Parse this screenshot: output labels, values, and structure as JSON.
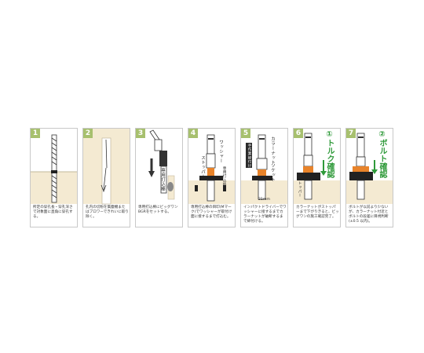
{
  "steps": [
    {
      "num": "1",
      "caption": "所定の穿孔長・穿孔深さで対象面に直角に穿孔する。"
    },
    {
      "num": "2",
      "caption": "孔内の切粉を集塵機またはブロワーできれいに取り除く。"
    },
    {
      "num": "3",
      "caption": "専用打込棒にビッグワンBGRをセットする。",
      "label": "専用打込棒"
    },
    {
      "num": "4",
      "caption": "専用打込棒の目印(Mマーク)でワッシャーが取付け面に接するまで打込む。",
      "labels": [
        "ワッシャー",
        "ストッパー",
        "専用打込棒"
      ]
    },
    {
      "num": "5",
      "caption": "インパクトドライバーでワッシャーに接するまでカラーナットが破断するまで締付ける。",
      "labels": [
        "カラーナット",
        "ソケット",
        "手作業締付け禁止",
        "21mm"
      ]
    },
    {
      "num": "6",
      "caption": "カラーナットがストッパーまで下がりきると、ビッグワンの施工確認完了。",
      "labels": [
        "①トルク確認",
        "ストッパー"
      ]
    },
    {
      "num": "7",
      "caption": "ボルトが以前より少ないが、カラーナット付近とボルトの段差に目視判断(±0.5 以内)。",
      "labels": [
        "②ボルト確認"
      ]
    }
  ],
  "colors": {
    "badge": "#a7c06e",
    "wall": "#f4ead2",
    "green_text": "#2f9a3a",
    "orange": "#e8832a",
    "dark": "#1a1a1a"
  }
}
